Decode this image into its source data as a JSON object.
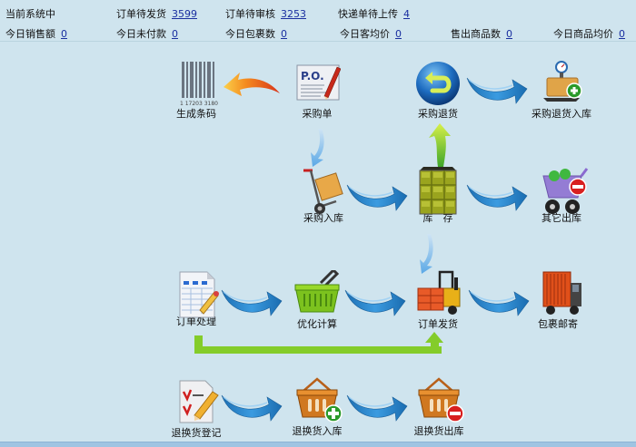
{
  "stats": {
    "row1": [
      {
        "label": "当前系统中",
        "value": null
      },
      {
        "label": "订单待发货",
        "value": "3599"
      },
      {
        "label": "订单待审核",
        "value": "3253"
      },
      {
        "label": "快递单待上传",
        "value": "4"
      }
    ],
    "row2": [
      {
        "label": "今日销售额",
        "value": "0"
      },
      {
        "label": "今日未付款",
        "value": "0"
      },
      {
        "label": "今日包裹数",
        "value": "0"
      },
      {
        "label": "今日客均价",
        "value": "0"
      },
      {
        "label": "售出商品数",
        "value": "0"
      },
      {
        "label": "今日商品均价",
        "value": "0"
      }
    ]
  },
  "workflow": {
    "nodes": [
      {
        "id": "barcode",
        "label": "生成条码",
        "icon": "barcode-icon"
      },
      {
        "id": "purchase_order",
        "label": "采购单",
        "icon": "purchase-order-icon"
      },
      {
        "id": "purchase_return",
        "label": "采购退货",
        "icon": "return-icon"
      },
      {
        "id": "purchase_return_in",
        "label": "采购退货入库",
        "icon": "scale-box-add-icon"
      },
      {
        "id": "purchase_in",
        "label": "采购入库",
        "icon": "hand-truck-icon"
      },
      {
        "id": "inventory",
        "label": "库　存",
        "icon": "inventory-icon"
      },
      {
        "id": "other_out",
        "label": "其它出库",
        "icon": "cart-remove-icon"
      },
      {
        "id": "order_process",
        "label": "订单处理",
        "icon": "spreadsheet-edit-icon"
      },
      {
        "id": "optimize",
        "label": "优化计算",
        "icon": "basket-green-icon"
      },
      {
        "id": "order_ship",
        "label": "订单发货",
        "icon": "forklift-icon"
      },
      {
        "id": "parcel_mail",
        "label": "包裹邮寄",
        "icon": "truck-icon"
      },
      {
        "id": "exchange_register",
        "label": "退换货登记",
        "icon": "checklist-edit-icon"
      },
      {
        "id": "exchange_in",
        "label": "退换货入库",
        "icon": "basket-add-icon"
      },
      {
        "id": "exchange_out",
        "label": "退换货出库",
        "icon": "basket-remove-icon"
      }
    ]
  },
  "colors": {
    "background": "#cfe4ee",
    "link": "#1a2fa0",
    "flow_arrow": "#2a86c8",
    "green_arrow": "#8ccf2a",
    "orange_arrow": "#f07a1a"
  }
}
